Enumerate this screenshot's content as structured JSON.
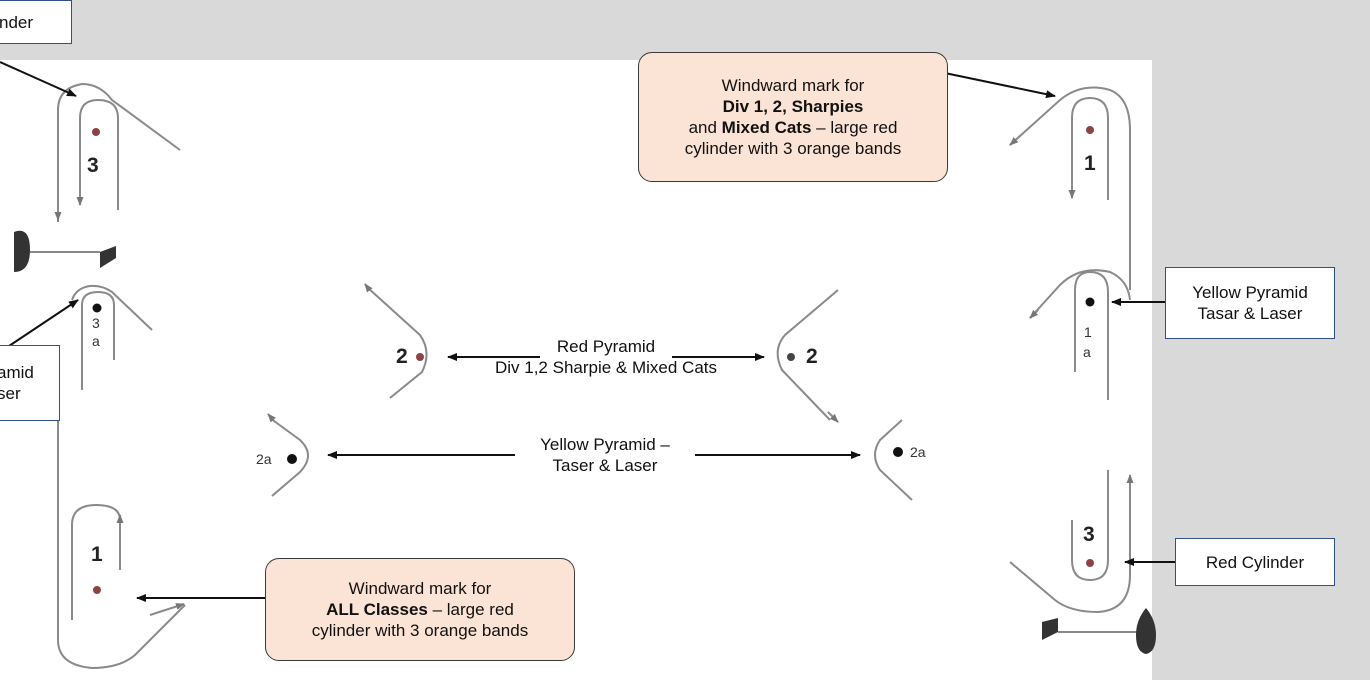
{
  "callouts": {
    "top_left_partial": "nder",
    "mid_left_partial_1": "amid",
    "mid_left_partial_2": "ser",
    "windward_top_right": {
      "line1": "Windward mark for",
      "line2": "Div 1, 2, Sharpies",
      "line3_pre": "and ",
      "line3_bold": "Mixed Cats",
      "line3_post": " – large red",
      "line4": "cylinder with 3 orange bands"
    },
    "windward_bottom": {
      "line1": "Windward mark for",
      "line2_bold": "ALL Classes",
      "line2_post": " – large red",
      "line3": "cylinder with 3 orange bands"
    },
    "yellow_pyramid_right": {
      "line1": "Yellow Pyramid",
      "line2": "Tasar & Laser"
    },
    "red_cylinder_right": "Red Cylinder",
    "red_pyramid": {
      "line1": "Red Pyramid",
      "line2": "Div 1,2 Sharpie & Mixed Cats"
    },
    "yellow_pyramid_center": {
      "line1": "Yellow Pyramid –",
      "line2": "Taser & Laser"
    }
  },
  "marks": {
    "left_top": "3",
    "left_mid_num": "3",
    "left_mid_sub": "a",
    "left_bottom": "1",
    "center_left": "2",
    "center_left_small": "2a",
    "center_right": "2",
    "center_right_small": "2a",
    "right_top": "1",
    "right_mid_num": "1",
    "right_mid_sub": "a",
    "right_bottom": "3"
  }
}
